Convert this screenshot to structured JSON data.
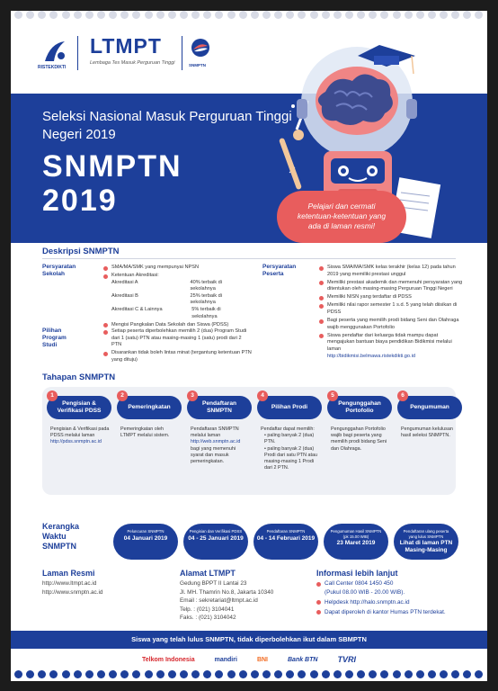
{
  "header": {
    "ristek_label": "RISTEKDIKTI",
    "ltmpt": "LTMPT",
    "ltmpt_tagline": "Lembaga Tes Masuk Perguruan Tinggi",
    "snmptn_label": "SNMPTN"
  },
  "hero": {
    "subtitle": "Seleksi Nasional Masuk Perguruan Tinggi Negeri 2019",
    "title_line1": "SNMPTN",
    "title_line2": "2019",
    "bubble_line1": "Pelajari dan cermati",
    "bubble_line2": "ketentuan-ketentuan yang",
    "bubble_line3": "ada di laman resmi!"
  },
  "deskripsi": {
    "title": "Deskripsi SNMPTN",
    "sekolah_label_1": "Persyaratan",
    "sekolah_label_2": "Sekolah",
    "sekolah": [
      "SMA/MA/SMK yang mempunyai NPSN",
      "Ketentuan Akreditasi:",
      "Mengisi Pangkalan Data Sekolah dan Siswa (PDSS)"
    ],
    "akreditasi": [
      {
        "k": "Akreditasi A",
        "v": "40% terbaik di sekolahnya"
      },
      {
        "k": "Akreditasi B",
        "v": "25% terbaik di sekolahnya"
      },
      {
        "k": "Akreditasi C & Lainnya",
        "v": "5% terbaik di sekolahnya"
      }
    ],
    "prodi_label_1": "Pilihan",
    "prodi_label_2": "Program",
    "prodi_label_3": "Studi",
    "prodi": [
      "Setiap peserta diperbolehkan memilih 2 (dua) Program Studi dari 1 (satu) PTN atau masing-masing 1 (satu) prodi dari 2 PTN",
      "Disarankan tidak boleh lintas minat (tergantung ketentuan PTN yang dituju)"
    ],
    "peserta_label_1": "Persyaratan",
    "peserta_label_2": "Peserta",
    "peserta": [
      "Siswa SMA/MA/SMK kelas terakhir (kelas 12) pada tahun 2019 yang memiliki prestasi unggul",
      "Memiliki prestasi akademik dan memenuhi persyaratan yang ditentukan oleh masing-masing Perguruan Tinggi Negeri",
      "Memiliki NISN yang terdaftar di PDSS",
      "Memiliki nilai rapor semester 1 s.d. 5 yang telah diisikan di PDSS",
      "Bagi peserta yang memilih prodi bidang Seni dan Olahraga wajib menggunakan Portofolio",
      "Siswa pendaftar dari keluarga tidak mampu dapat mengajukan bantuan biaya pendidikan Bidikmisi melalui laman"
    ],
    "peserta_link": "http://bidikmisi.belmawa.ristekdikti.go.id"
  },
  "tahapan": {
    "title": "Tahapan SNMPTN",
    "steps": [
      {
        "num": "1",
        "head": "Pengisian & Verifikasi PDSS",
        "body": "Pengisian & Verifikasi pada PDSS melalui laman",
        "link": "http://pdss.snmptn.ac.id"
      },
      {
        "num": "2",
        "head": "Pemeringkatan",
        "body": "Pemeringkatan oleh LTMPT melalui sistem."
      },
      {
        "num": "3",
        "head": "Pendaftaran SNMPTN",
        "body": "Pendaftaran SNMPTN melalui laman",
        "link": "http://web.snmptn.ac.id",
        "body2": "bagi yang memenuhi syarat dan masuk pemeringkatan."
      },
      {
        "num": "4",
        "head": "Pilihan Prodi",
        "body": "Pendaftar dapat memilih:",
        "sub1": "• paling banyak 2 (dua) PTN.",
        "sub2": "• paling banyak 2 (dua) Prodi dari satu PTN atau masing-masing 1 Prodi dari 2 PTN."
      },
      {
        "num": "5",
        "head": "Pengunggahan Portofolio",
        "body": "Pengunggahan Portofolio wajib bagi peserta yang memilih prodi bidang Seni dan Olahraga."
      },
      {
        "num": "6",
        "head": "Pengumuman",
        "body": "Pengumuman kelulusan hasil seleksi SNMPTN."
      }
    ]
  },
  "jadwal": {
    "title_1": "Kerangka",
    "title_2": "Waktu",
    "title_3": "SNMPTN",
    "items": [
      {
        "t": "Peluncuran SNMPTN",
        "d": "04 Januari 2019"
      },
      {
        "t": "Pengisian dan Verifikasi PDSS",
        "d": "04 - 25 Januari 2019"
      },
      {
        "t": "Pendaftaran SNMPTN",
        "d": "04 - 14 Februari 2019"
      },
      {
        "t": "Pengumuman Hasil SNMPTN (pk 15.00 WIB)",
        "d": "23 Maret 2019"
      },
      {
        "t": "Pendaftaran ulang peserta yang lulus SNMPTN",
        "d": "Lihat di laman PTN Masing-Masing"
      }
    ]
  },
  "kontak": {
    "laman_title": "Laman Resmi",
    "laman": [
      "http://www.ltmpt.ac.id",
      "http://www.snmptn.ac.id"
    ],
    "alamat_title": "Alamat LTMPT",
    "alamat": [
      "Gedung BPPT II Lantai 23",
      "Jl. MH. Thamrin No.8, Jakarta 10340",
      "Email   : sekretariat@ltmpt.ac.id",
      "Telp.    : (021) 3104041",
      "Faks.    : (021) 3104042"
    ],
    "info_title": "Informasi lebih lanjut",
    "info": [
      "Call Center 0804 1450 450",
      "(Pukul 08.00 WIB - 20.00 WIB).",
      "Helpdesk http://halo.snmptn.ac.id",
      "Dapat diperoleh di kantor Humas PTN terdekat."
    ]
  },
  "banner": "Siswa yang telah lulus SNMPTN, tidak diperbolehkan ikut dalam SBMPTN",
  "sponsors": [
    "Telkom Indonesia",
    "mandiri",
    "BNI",
    "Bank BTN",
    "TVRI"
  ]
}
